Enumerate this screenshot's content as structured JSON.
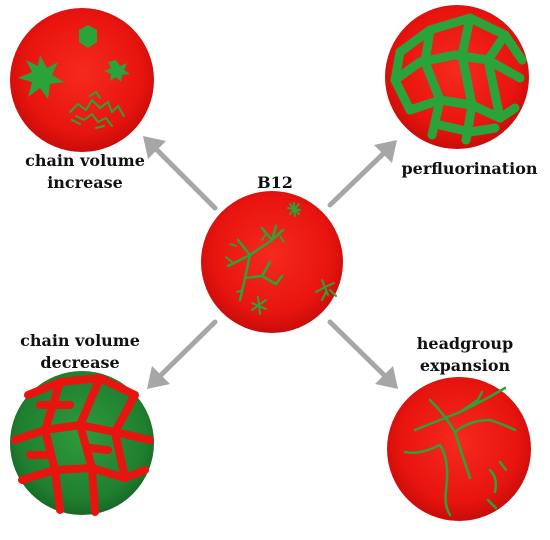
{
  "labels": {
    "center": "B12",
    "top_left": [
      "chain volume",
      "increase"
    ],
    "top_right": "perfluorination",
    "bottom_left": [
      "chain volume",
      "decrease"
    ],
    "bottom_right": [
      "headgroup",
      "expansion"
    ]
  },
  "colors": {
    "red_light": "#f52a1e",
    "red": "#e8140f",
    "red_dark": "#c80d0a",
    "green": "#2aa33a",
    "green_light": "#35b043",
    "green_dark": "#1b7a2c",
    "arrow": "#a6a6a6"
  }
}
